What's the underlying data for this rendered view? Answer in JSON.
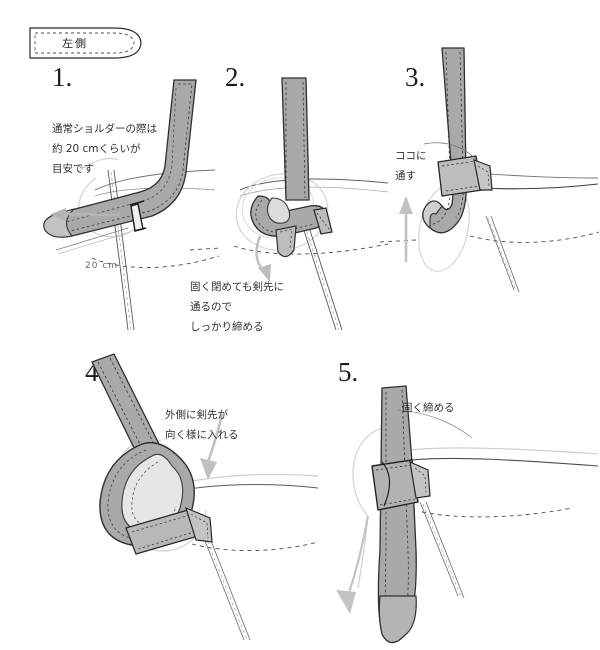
{
  "page": {
    "title_tag": "左側",
    "background_color": "#ffffff",
    "ink_color": "#2b2b2b",
    "strap_fill": "#a9a9a9",
    "strap_fill_light": "#d5d5d5",
    "stitch_color": "#3a3a3a",
    "ghost_color": "#cfcfcf"
  },
  "header": {
    "tag_label": "左側",
    "tag_icon": "belt-tip-shape-icon"
  },
  "steps": [
    {
      "id": "step-1",
      "number": "1.",
      "callouts": [
        {
          "id": "shoulder-note",
          "lines": [
            "通常ショルダーの際は",
            "約 20 cmくらいが",
            "目安です"
          ]
        },
        {
          "id": "length-measure",
          "lines": [
            "20 cm"
          ]
        }
      ]
    },
    {
      "id": "step-2",
      "number": "2.",
      "callouts": [
        {
          "id": "tighten-note",
          "lines": [
            "固く閉めても剣先に",
            "通るので",
            "しっかり締める"
          ]
        }
      ]
    },
    {
      "id": "step-3",
      "number": "3.",
      "callouts": [
        {
          "id": "pass-here-note",
          "lines": [
            "ココに",
            "通す"
          ]
        }
      ]
    },
    {
      "id": "step-4",
      "number": "4.",
      "callouts": [
        {
          "id": "tip-outward-note",
          "lines": [
            "外側に剣先が",
            "向く様に入れる"
          ]
        }
      ]
    },
    {
      "id": "step-5",
      "number": "5.",
      "callouts": [
        {
          "id": "tighten-firmly-note",
          "lines": [
            "固く締める"
          ]
        }
      ]
    }
  ]
}
